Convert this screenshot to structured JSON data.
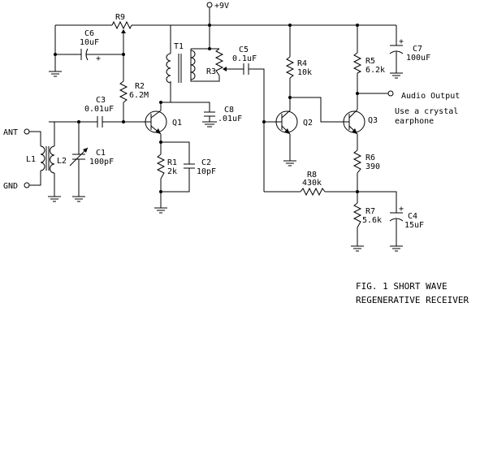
{
  "power": {
    "supply": "+9V"
  },
  "inputs": {
    "antenna": "ANT",
    "ground": "GND"
  },
  "output": {
    "label": "Audio Output",
    "note_line1": "Use a crystal",
    "note_line2": "earphone"
  },
  "components": {
    "R1": {
      "ref": "R1",
      "value": "2k"
    },
    "R2": {
      "ref": "R2",
      "value": "6.2M"
    },
    "R3": {
      "ref": "R3"
    },
    "R4": {
      "ref": "R4",
      "value": "10k"
    },
    "R5": {
      "ref": "R5",
      "value": "6.2k"
    },
    "R6": {
      "ref": "R6",
      "value": "390"
    },
    "R7": {
      "ref": "R7",
      "value": "5.6k"
    },
    "R8": {
      "ref": "R8",
      "value": "430k"
    },
    "R9": {
      "ref": "R9"
    },
    "C1": {
      "ref": "C1",
      "value": "100pF"
    },
    "C2": {
      "ref": "C2",
      "value": "10pF"
    },
    "C3": {
      "ref": "C3",
      "value": "0.01uF"
    },
    "C4": {
      "ref": "C4",
      "value": "15uF"
    },
    "C5": {
      "ref": "C5",
      "value": "0.1uF"
    },
    "C6": {
      "ref": "C6",
      "value": "10uF"
    },
    "C7": {
      "ref": "C7",
      "value": "100uF"
    },
    "C8": {
      "ref": "C8",
      "value": ".01uF"
    },
    "L1": {
      "ref": "L1"
    },
    "L2": {
      "ref": "L2"
    },
    "T1": {
      "ref": "T1"
    },
    "Q1": {
      "ref": "Q1"
    },
    "Q2": {
      "ref": "Q2"
    },
    "Q3": {
      "ref": "Q3"
    }
  },
  "caption": {
    "line1": "FIG. 1 SHORT WAVE",
    "line2": "REGENERATIVE RECEIVER"
  },
  "polarity_mark": "+"
}
